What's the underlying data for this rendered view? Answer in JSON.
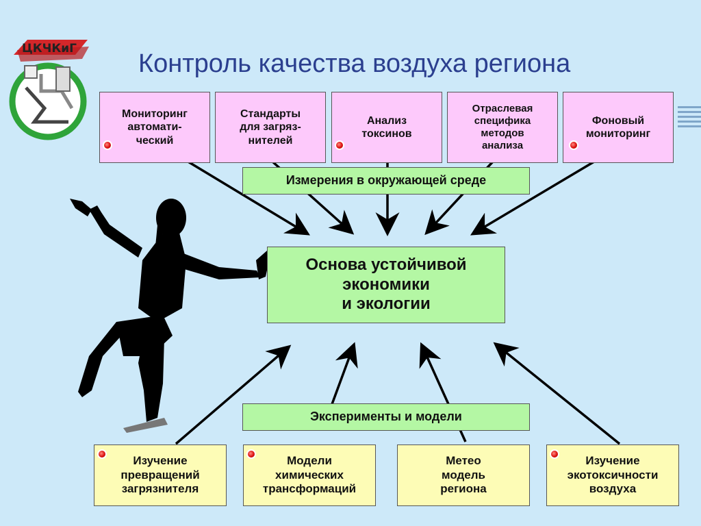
{
  "title": "Контроль качества воздуха региона",
  "logo": {
    "text": "ЦКЧКиГ",
    "colors": {
      "ring": "#2fa43a",
      "roof": "#d4272a"
    }
  },
  "top_boxes": [
    {
      "text": "Мониторинг\nавтомати-\nческий"
    },
    {
      "text": "Стандарты\nдля загряз-\nнителей"
    },
    {
      "text": "Анализ\nтоксинов"
    },
    {
      "text": "Отраслевая\nспецифика\nметодов\nанализа"
    },
    {
      "text": "Фоновый\nмониторинг"
    }
  ],
  "measure_label": "Измерения в окружающей среде",
  "center_box": "Основа устойчивой\nэкономики\nи экологии",
  "experiments_label": "Эксперименты и модели",
  "bottom_boxes": [
    {
      "text": "Изучение\nпревращений\nзагрязнителя"
    },
    {
      "text": "Модели\nхимических\nтрансформаций"
    },
    {
      "text": "Метео\nмодель\nрегиона"
    },
    {
      "text": "Изучение\nэкотоксичности\nвоздуха"
    }
  ],
  "colors": {
    "background": "#cde9f9",
    "title": "#2b3f8f",
    "pink": "#fdc9fb",
    "green": "#b4f7a4",
    "yellow": "#fdfcb6"
  }
}
